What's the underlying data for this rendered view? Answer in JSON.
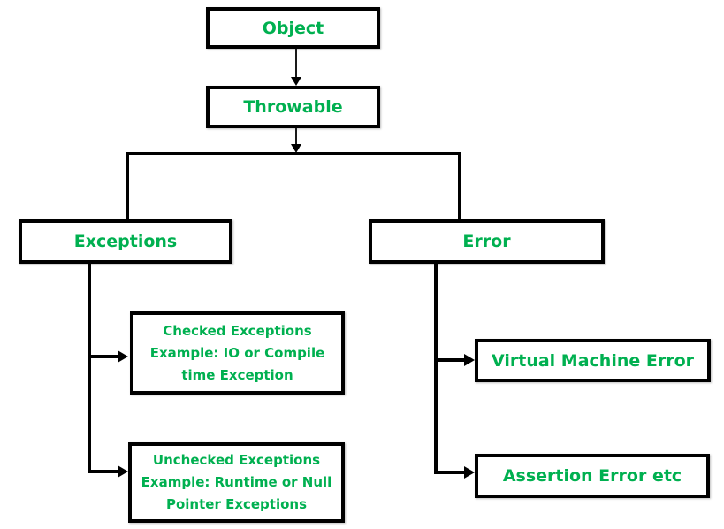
{
  "diagram": {
    "type": "flowchart",
    "topic": "Java Throwable / Exception hierarchy",
    "colors": {
      "text": "#00B050",
      "line": "#000000",
      "background": "#ffffff"
    },
    "nodes": {
      "object": {
        "label": "Object"
      },
      "throwable": {
        "label": "Throwable"
      },
      "exceptions": {
        "label": "Exceptions"
      },
      "error": {
        "label": "Error"
      },
      "checked": {
        "line1": "Checked Exceptions",
        "line2": "Example: IO or Compile",
        "line3": "time Exception"
      },
      "unchecked": {
        "line1": "Unchecked Exceptions",
        "line2": "Example: Runtime or Null",
        "line3": "Pointer Exceptions"
      },
      "vm_error": {
        "label": "Virtual Machine Error"
      },
      "assertion_error": {
        "label": "Assertion Error etc"
      }
    },
    "edges": [
      {
        "from": "Object",
        "to": "Throwable"
      },
      {
        "from": "Throwable",
        "to": "Exceptions"
      },
      {
        "from": "Throwable",
        "to": "Error"
      },
      {
        "from": "Exceptions",
        "to": "Checked Exceptions"
      },
      {
        "from": "Exceptions",
        "to": "Unchecked Exceptions"
      },
      {
        "from": "Error",
        "to": "Virtual Machine Error"
      },
      {
        "from": "Error",
        "to": "Assertion Error etc"
      }
    ]
  }
}
